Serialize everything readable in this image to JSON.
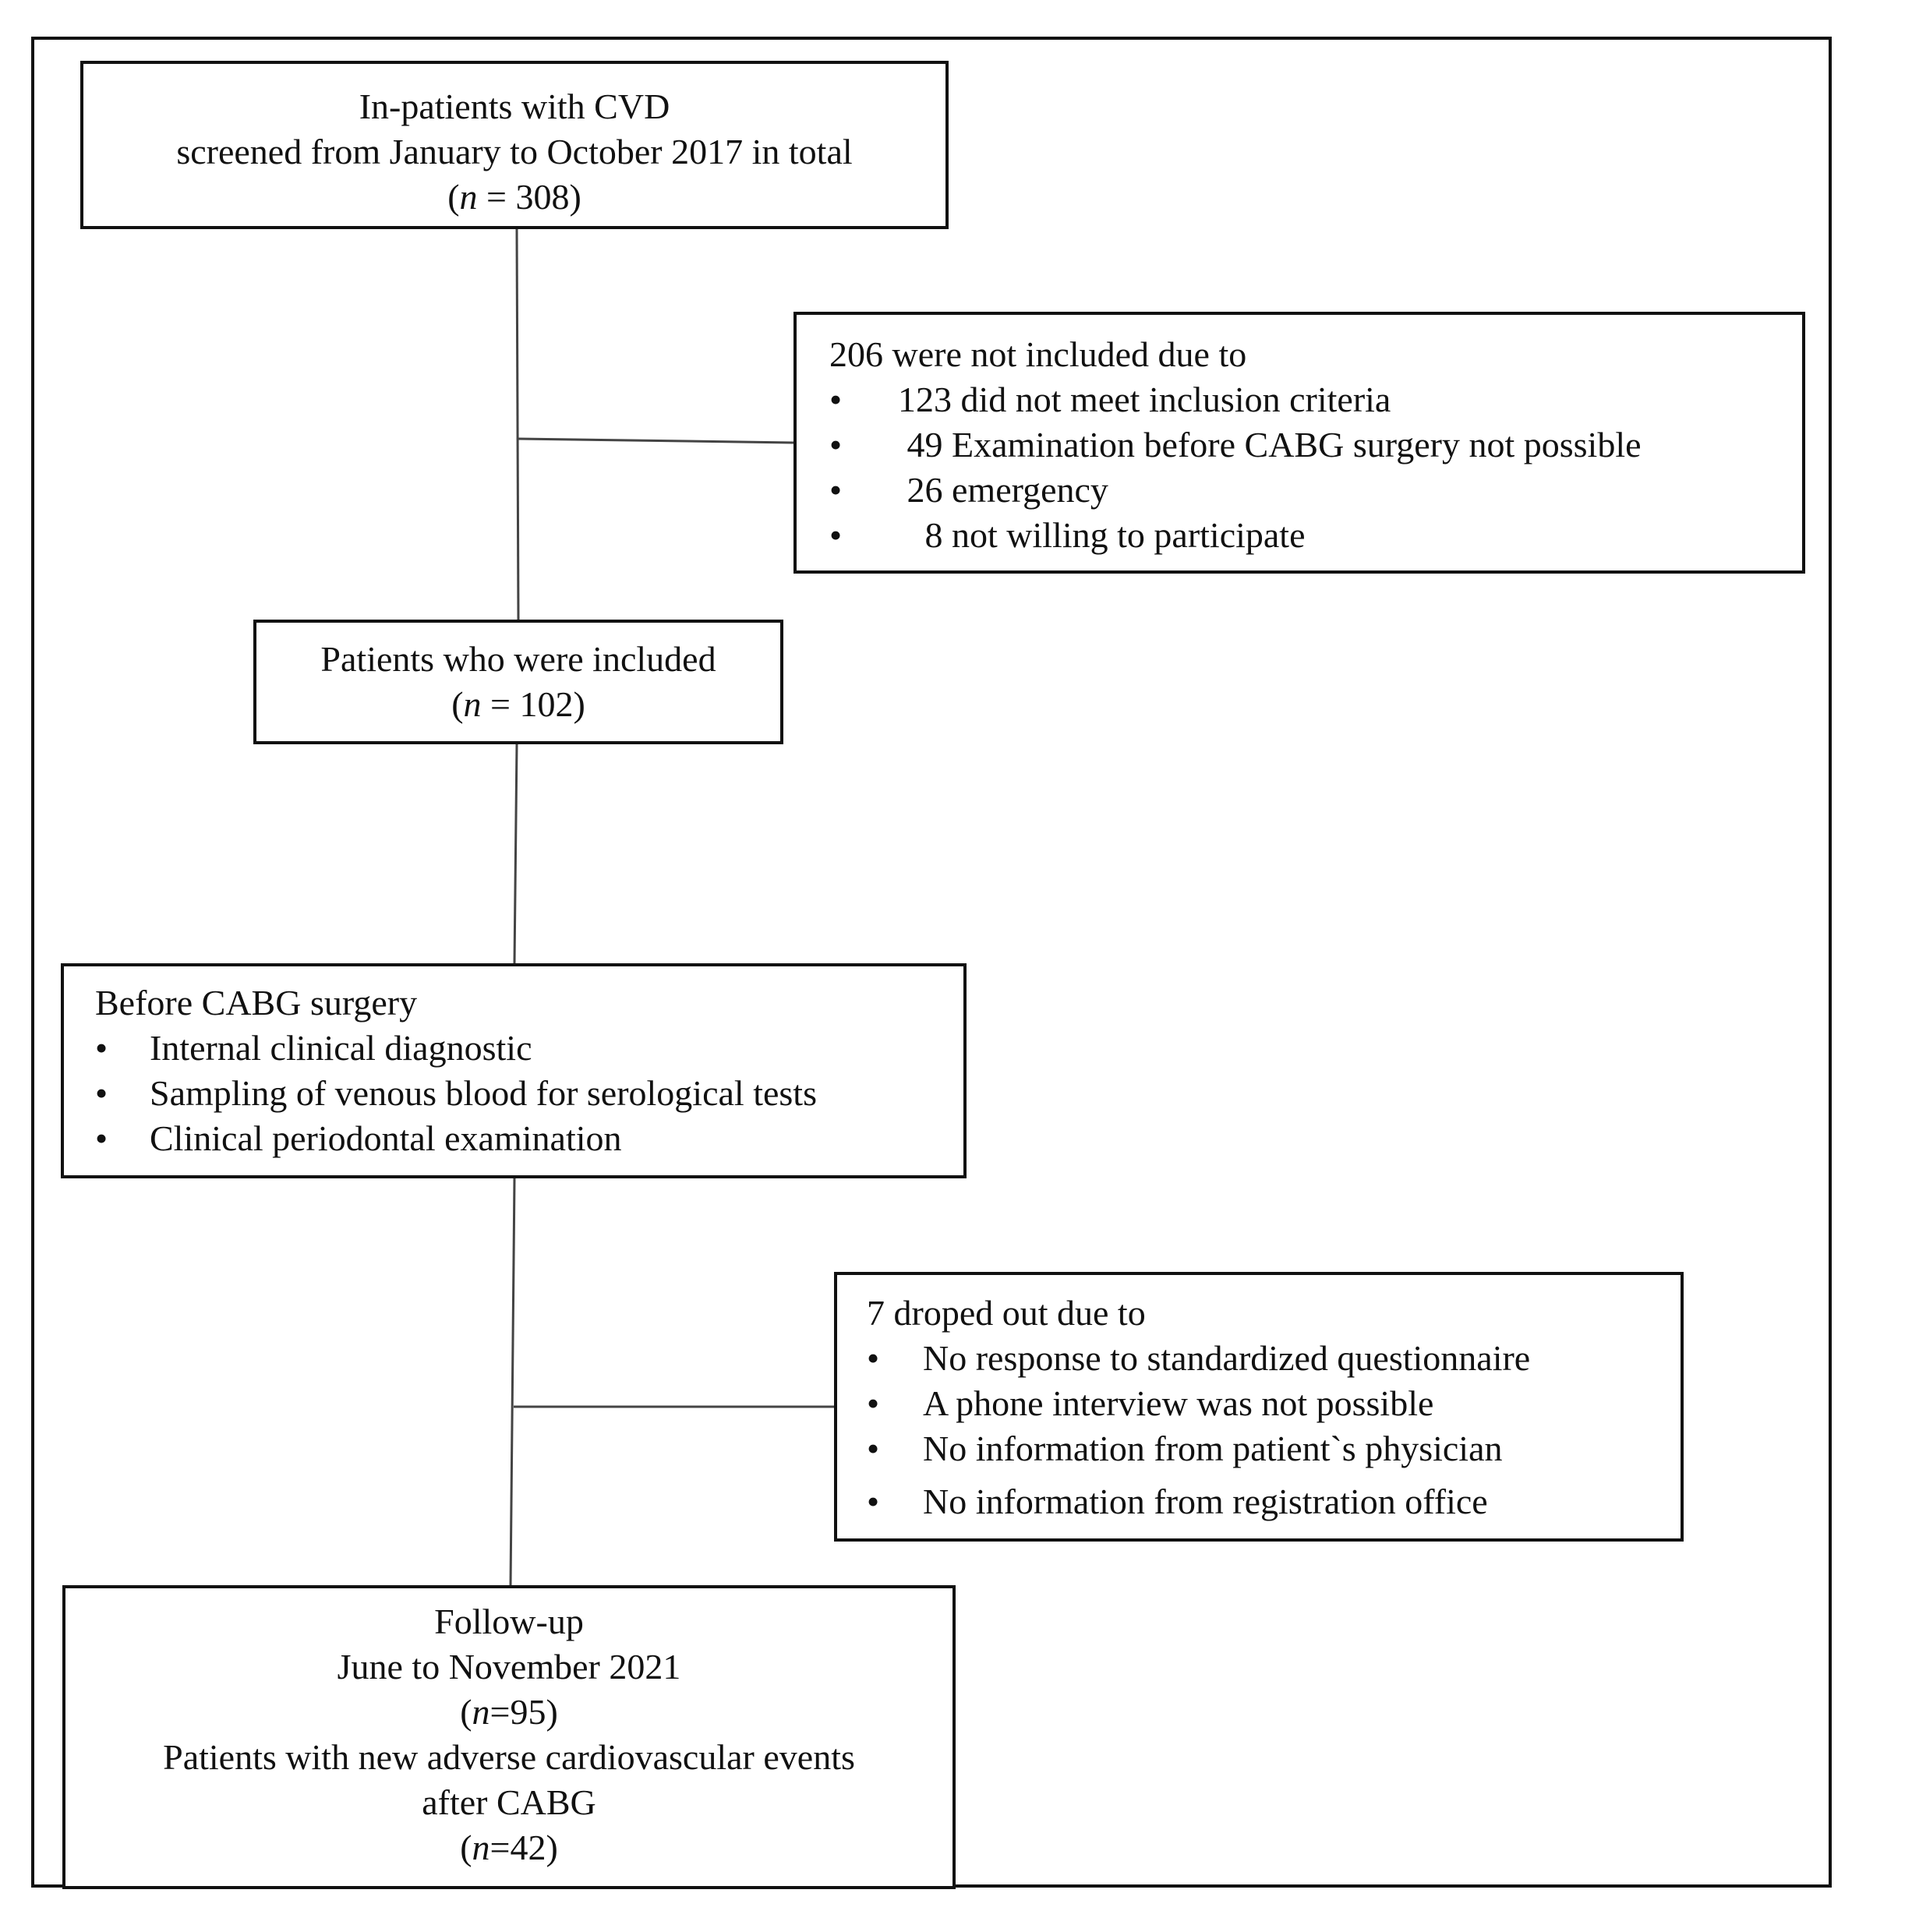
{
  "screened": {
    "line1": "In-patients with CVD",
    "line2": "screened from January to  October 2017 in total",
    "n_prefix": "(",
    "n_var": "n",
    "n_value": " = 308)"
  },
  "excluded": {
    "title": "206 were not included  due to",
    "items": [
      "123 did not meet inclusion criteria",
      " 49 Examination before CABG surgery not possible",
      " 26 emergency",
      "   8 not willing to participate"
    ]
  },
  "included": {
    "line1": "Patients who were included",
    "n_prefix": "(",
    "n_var": "n",
    "n_value": " = 102)"
  },
  "before_surgery": {
    "title": "Before CABG surgery",
    "items": [
      "Internal clinical diagnostic",
      "Sampling of venous blood for serological tests",
      "Clinical  periodontal  examination"
    ]
  },
  "dropout": {
    "title": "7 droped out due to",
    "items": [
      "No response to standardized  questionnaire",
      "A phone interview  was not possible",
      "No information  from patient`s physician",
      "No information  from registration  office"
    ]
  },
  "followup": {
    "line1": "Follow-up",
    "line2": "June  to November 2021",
    "n1_prefix": "(",
    "n1_var": "n",
    "n1_value": "=95)",
    "line4": "Patients with new adverse cardiovascular  events",
    "line5": "after CABG",
    "n2_prefix": "(",
    "n2_var": "n",
    "n2_value": "=42)"
  }
}
